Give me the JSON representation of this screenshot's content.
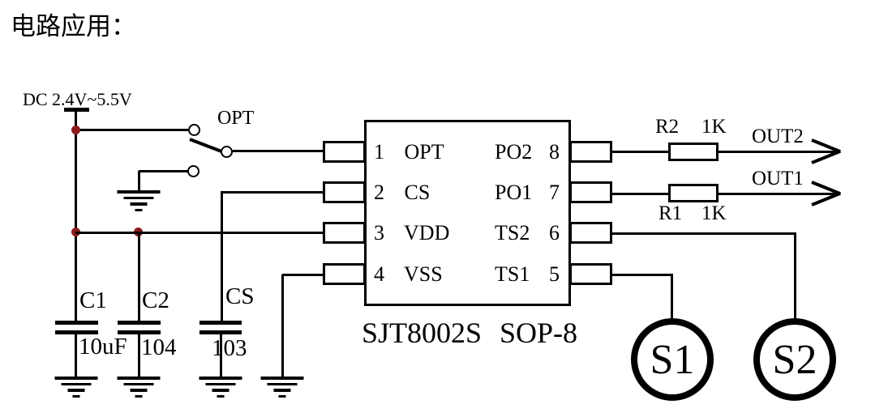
{
  "title": "电路应用：",
  "power": {
    "label": "DC 2.4V~5.5V"
  },
  "switch": {
    "label": "OPT"
  },
  "ic": {
    "name": "SJT8002S",
    "package": "SOP-8",
    "left_pins": [
      {
        "number": "1",
        "name": "OPT"
      },
      {
        "number": "2",
        "name": "CS"
      },
      {
        "number": "3",
        "name": "VDD"
      },
      {
        "number": "4",
        "name": "VSS"
      }
    ],
    "right_pins": [
      {
        "name": "PO2",
        "number": "8"
      },
      {
        "name": "PO1",
        "number": "7"
      },
      {
        "name": "TS2",
        "number": "6"
      },
      {
        "name": "TS1",
        "number": "5"
      }
    ]
  },
  "resistors": [
    {
      "ref": "R2",
      "value": "1K",
      "output": "OUT2"
    },
    {
      "ref": "R1",
      "value": "1K",
      "output": "OUT1"
    }
  ],
  "capacitors": [
    {
      "ref": "C1",
      "value": "10uF"
    },
    {
      "ref": "C2",
      "value": "104"
    },
    {
      "ref": "CS",
      "value": "103"
    }
  ],
  "sensors": [
    {
      "label": "S1"
    },
    {
      "label": "S2"
    }
  ],
  "colors": {
    "line": "#000000",
    "junction_dot": "#8e1b1b",
    "background": "#ffffff"
  }
}
